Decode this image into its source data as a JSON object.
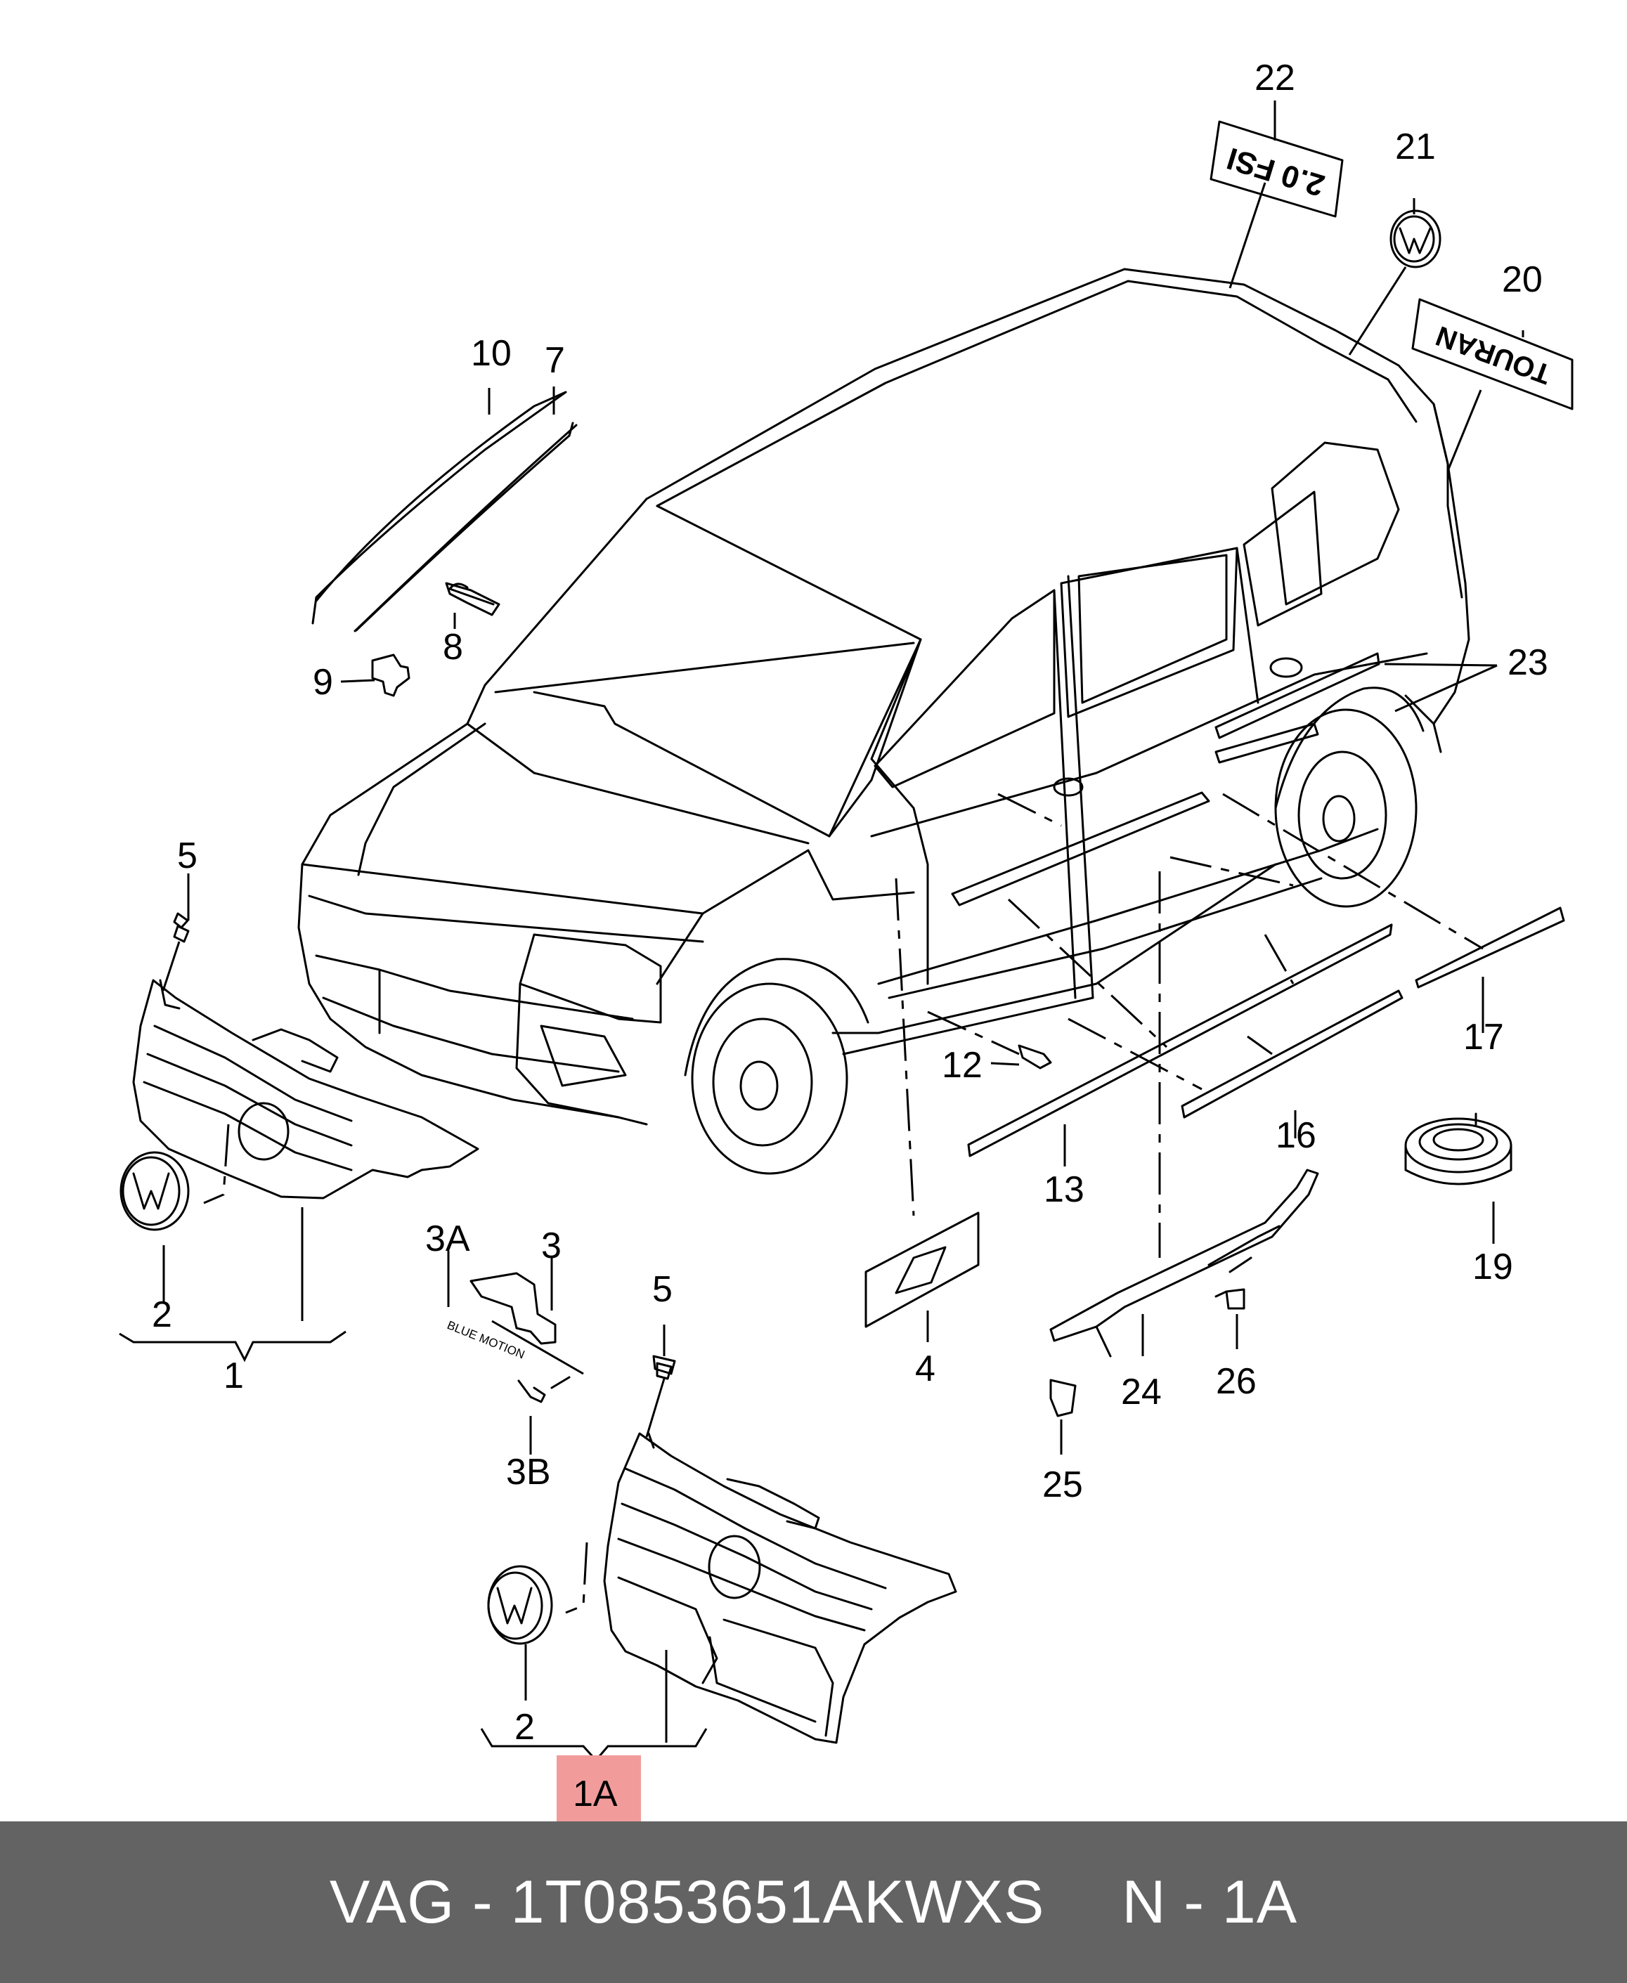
{
  "diagram": {
    "callouts": {
      "c1": "1",
      "c1a": "1A",
      "c2": "2",
      "c2b": "2",
      "c3": "3",
      "c3a": "3A",
      "c3b": "3B",
      "c4": "4",
      "c5": "5",
      "c5b": "5",
      "c7": "7",
      "c8": "8",
      "c9": "9",
      "c10": "10",
      "c12": "12",
      "c13": "13",
      "c16": "16",
      "c17": "17",
      "c19": "19",
      "c20": "20",
      "c21": "21",
      "c22": "22",
      "c23": "23",
      "c24": "24",
      "c25": "25",
      "c26": "26"
    },
    "part_texts": {
      "badge_fsi": "2.0 FSI",
      "badge_touran": "TOURAN",
      "label_bluemotion": "BLUE MOTION"
    },
    "highlight": {
      "label": "1A",
      "color": "#f29b9b"
    }
  },
  "footer": {
    "brand": "VAG",
    "separator": "-",
    "part_number": "1T0853651AKWXS",
    "ref_prefix": "N",
    "ref_number": "1A",
    "background": "#636363"
  }
}
